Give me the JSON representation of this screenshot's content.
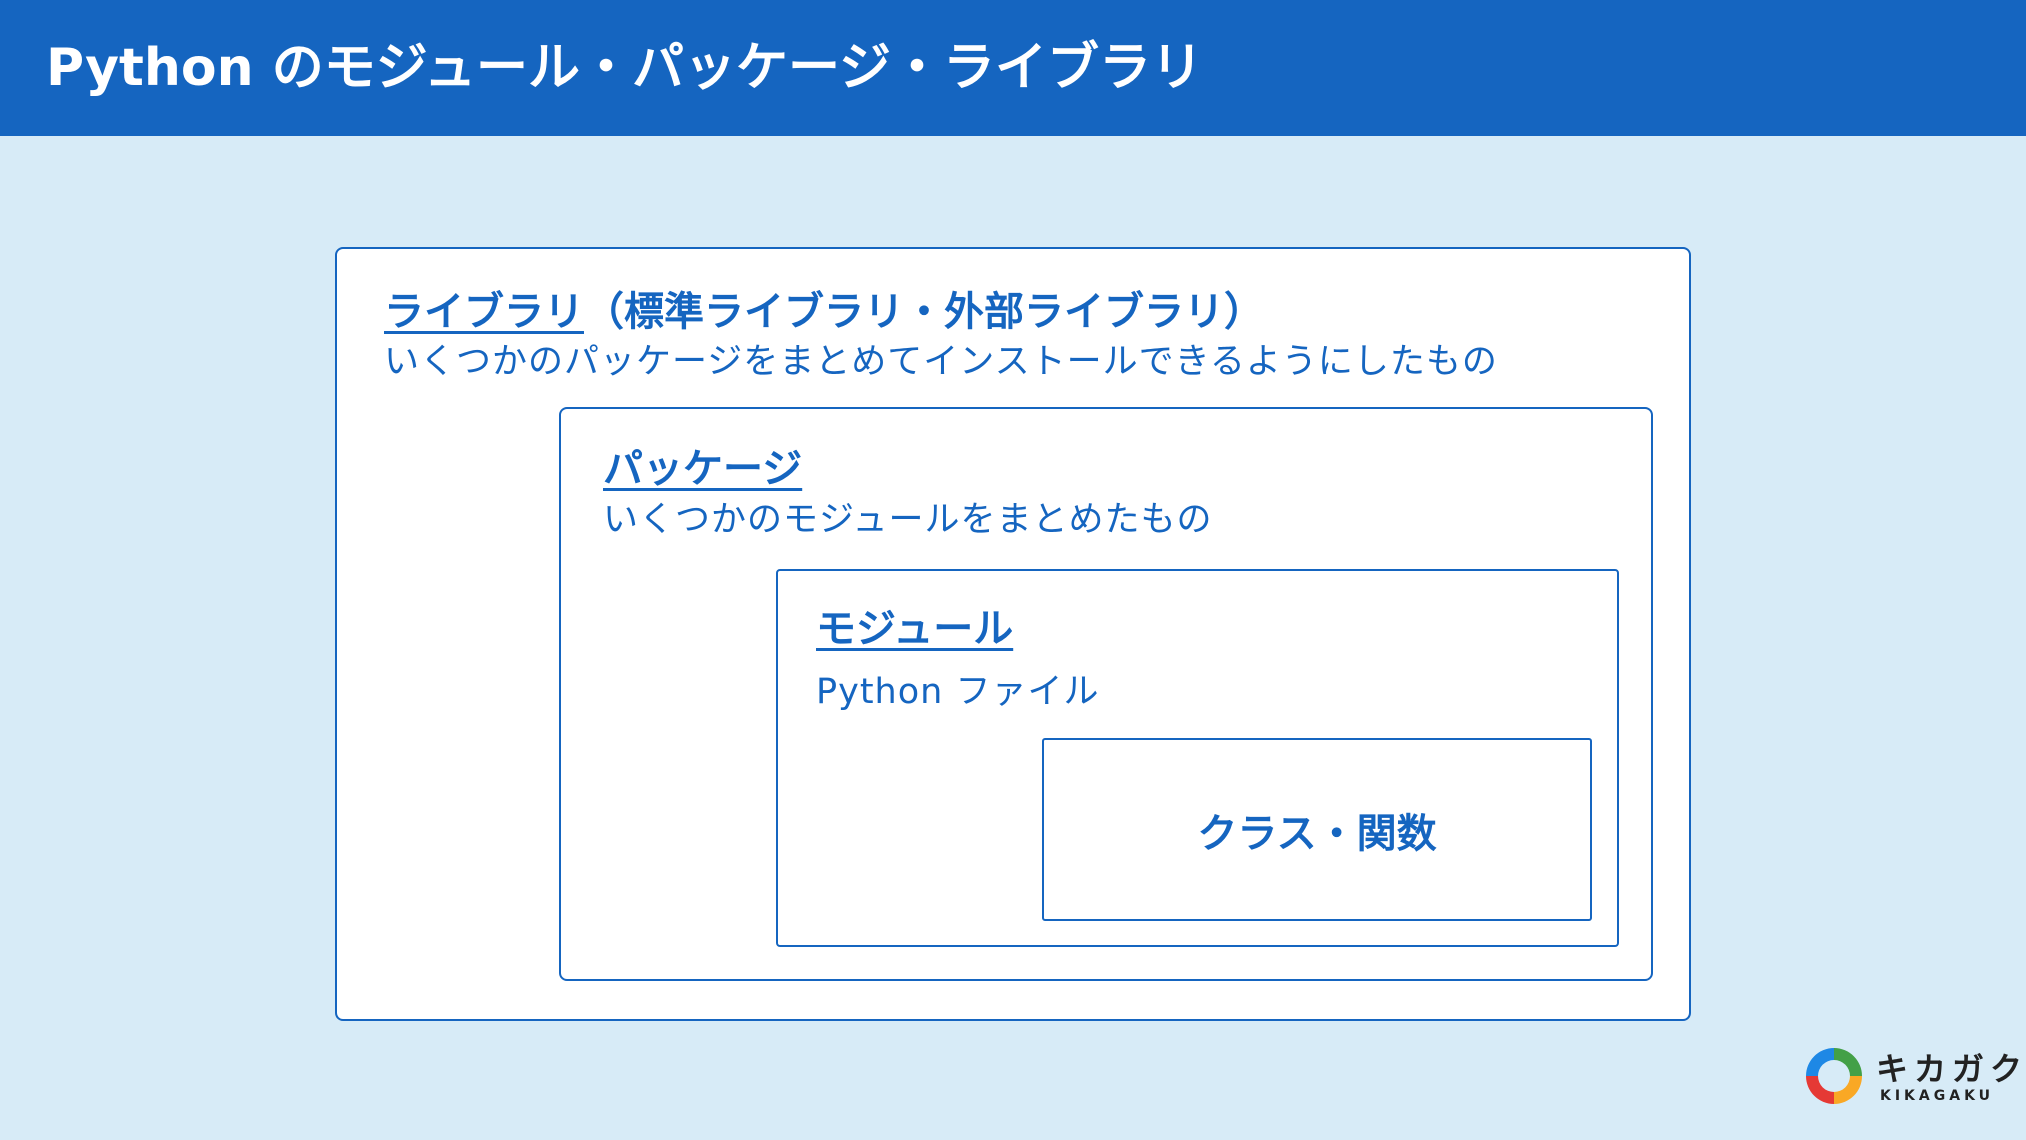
{
  "header": {
    "title": "Python のモジュール・パッケージ・ライブラリ"
  },
  "diagram": {
    "library": {
      "heading": "ライブラリ",
      "heading_note": "（標準ライブラリ・外部ライブラリ）",
      "description": "いくつかのパッケージをまとめてインストールできるようにしたもの"
    },
    "package": {
      "heading": "パッケージ",
      "description": "いくつかのモジュールをまとめたもの"
    },
    "module": {
      "heading": "モジュール",
      "description": "Python ファイル"
    },
    "class_function": {
      "label": "クラス・関数"
    }
  },
  "logo": {
    "name": "キカガク",
    "subtitle": "KIKAGAKU",
    "icon": "kikagaku-logo-icon"
  },
  "colors": {
    "accent": "#1565c0",
    "background": "#d7ebf7",
    "box_fill": "#ffffff"
  }
}
